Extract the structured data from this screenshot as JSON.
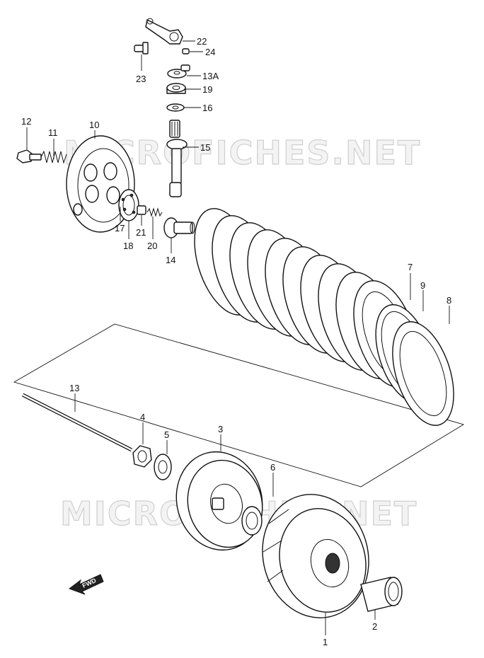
{
  "watermark": {
    "text": "MICROFICHES.NET"
  },
  "fwd_label": "FWD",
  "callouts": {
    "p22": "22",
    "p24": "24",
    "p23": "23",
    "p13a": "13A",
    "p19": "19",
    "p16": "16",
    "p15": "15",
    "p12": "12",
    "p11": "11",
    "p10": "10",
    "p17": "17",
    "p21": "21",
    "p18": "18",
    "p20": "20",
    "p14": "14",
    "p7": "7",
    "p9": "9",
    "p8": "8",
    "p13": "13",
    "p4": "4",
    "p5": "5",
    "p3": "3",
    "p6": "6",
    "p2": "2",
    "p1": "1"
  },
  "colors": {
    "line": "#111111",
    "watermark_fill": "#f3f3f3",
    "watermark_stroke": "#cfcfcf"
  }
}
